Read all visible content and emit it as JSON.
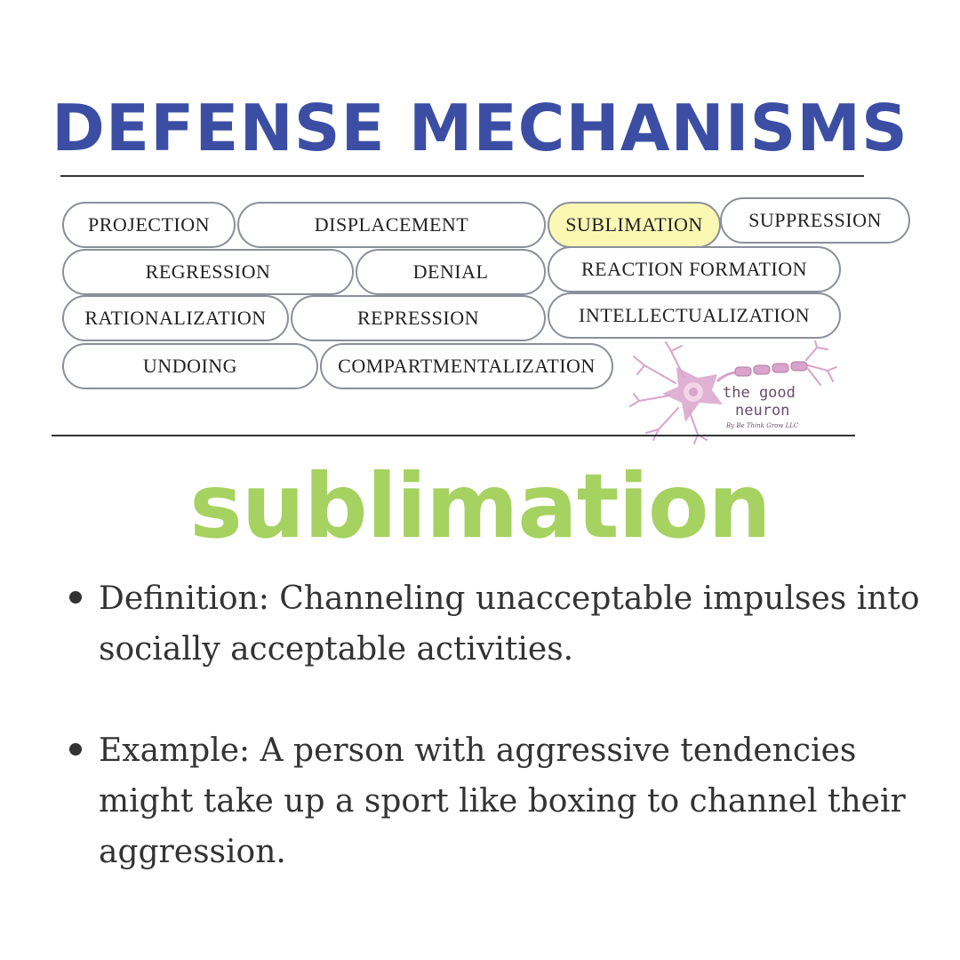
{
  "header": {
    "title": "DEFENSE MECHANISMS"
  },
  "mechanisms": {
    "projection": "PROJECTION",
    "displacement": "DISPLACEMENT",
    "sublimation": "SUBLIMATION",
    "suppression": "SUPPRESSION",
    "regression": "REGRESSION",
    "denial": "DENIAL",
    "reaction_formation": "REACTION FORMATION",
    "rationalization": "RATIONALIZATION",
    "repression": "REPRESSION",
    "intellectualization": "INTELLECTUALIZATION",
    "undoing": "UNDOING",
    "compartmentalization": "COMPARTMENTALIZATION",
    "selected": "SUBLIMATION"
  },
  "logo": {
    "line1": "the good",
    "line2": "neuron",
    "tagline": "By Be Think Grow LLC"
  },
  "content": {
    "heading": "sublimation",
    "bullets": [
      "Definition: Channeling unacceptable impulses into socially acceptable activities.",
      "Example: A person with aggressive tendencies might take up a sport like boxing to channel their aggression."
    ]
  },
  "colors": {
    "title": "#3b4ea4",
    "heading": "#a5d260",
    "selected_fill": "#fbf8b4",
    "logo": "#d9a3cb"
  }
}
